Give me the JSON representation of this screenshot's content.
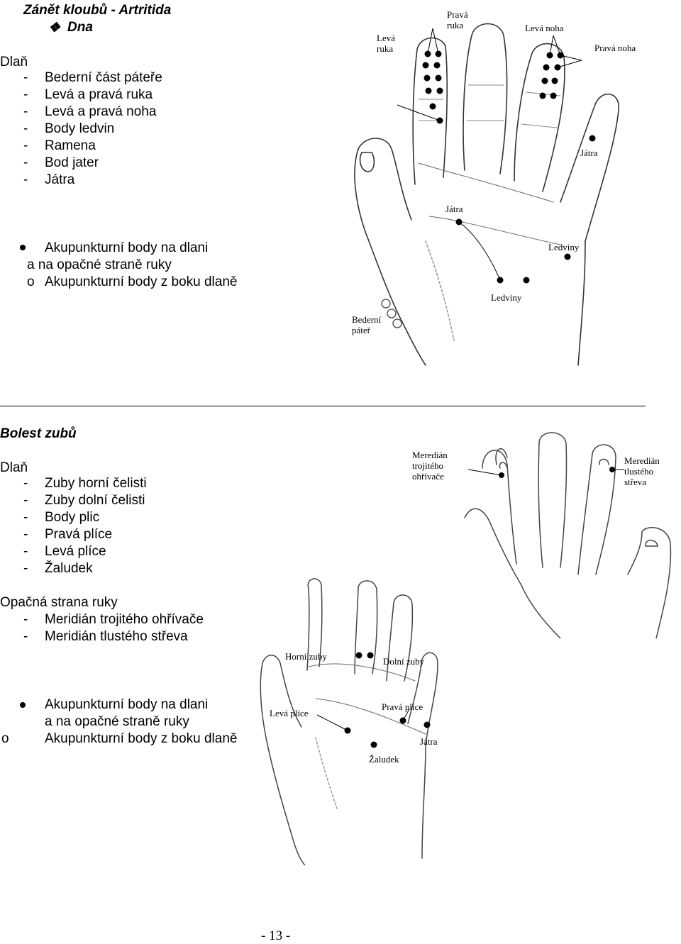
{
  "section1": {
    "title": "Zánět kloubů - Artritida",
    "subtitle_icon": "diamond-bullet-icon",
    "subtitle": "Dna",
    "palm_label": "Dlaň",
    "items": [
      "Bederní část páteře",
      "Levá a pravá ruka",
      "Levá a pravá noha",
      "Body ledvin",
      "Ramena",
      "Bod jater",
      "Játra"
    ],
    "legend": {
      "line1": "Akupunkturní body na dlani",
      "line2": "a na opačné straně ruky",
      "marker3": "o",
      "line3": "Akupunkturní body z boku dlaně"
    },
    "figure_labels": {
      "prava_ruka": "Pravá\nruka",
      "leva_ruka": "Levá\nruka",
      "leva_noha": "Levá noha",
      "prava_noha": "Pravá noha",
      "jatra_finger": "Játra",
      "jatra_palm": "Játra",
      "ledviny_right": "Ledviny",
      "ledviny_bottom": "Ledviny",
      "bederni_pater": "Bederní\npáteř"
    }
  },
  "section2": {
    "title": "Bolest zubů",
    "palm_label": "Dlaň",
    "items": [
      "Zuby horní čelisti",
      "Zuby dolní čelisti",
      "Body plic",
      "Pravá plíce",
      "Levá plíce",
      "Žaludek"
    ],
    "back_label": "Opačná strana ruky",
    "back_items": [
      "Meridián trojitého ohřívače",
      "Meridián tlustého střeva"
    ],
    "legend": {
      "line1": "Akupunkturní body na dlani",
      "line2": "a na opačné straně ruky",
      "marker3": "o",
      "line3": "Akupunkturní body z boku dlaně"
    },
    "figure_labels": {
      "meridian_trojiteho": "Meredián\ntrojitého\nohřívače",
      "meridian_tlusteho": "Meredián\ntlustého\nstřeva",
      "horni_zuby": "Horní zuby",
      "dolni_zuby": "Dolní zuby",
      "leva_plice": "Levá plíce",
      "prava_plice": "Pravá plíce",
      "jatra": "Játra",
      "zaludek": "Žaludek"
    }
  },
  "page_number": "- 13 -"
}
